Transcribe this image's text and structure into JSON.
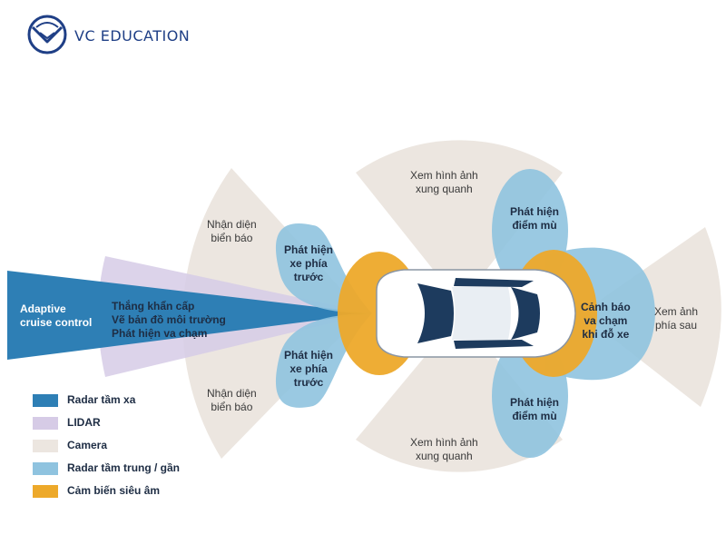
{
  "brand": {
    "name": "VC EDUCATION",
    "logo_icon": "vc-education-logo"
  },
  "colors": {
    "long_radar": "#2e7fb5",
    "lidar": "#d6cbe6",
    "camera": "#ece6e0",
    "mid_radar": "#8fc3df",
    "ultrasonic": "#eda92a",
    "car_body": "#ffffff",
    "car_glass": "#1d3b5e"
  },
  "zones": {
    "adaptive_cruise": "Adaptive\ncruise control",
    "emergency": "Thắng khẩn cấp\nVẽ bản đồ môi trường\nPhát hiện va chạm",
    "sign_top": "Nhận diện\nbiển báo",
    "sign_bottom": "Nhận diện\nbiển báo",
    "front_top": "Phát hiện\nxe phía\ntrước",
    "front_bottom": "Phát hiện\nxe phía\ntrước",
    "surround_top": "Xem hình ảnh\nxung quanh",
    "surround_bottom": "Xem hình ảnh\nxung quanh",
    "blind_top": "Phát hiện\nđiểm mù",
    "blind_bottom": "Phát hiện\nđiểm mù",
    "parking": "Cảnh báo\nva chạm\nkhi đỗ xe",
    "rear": "Xem ảnh\nphía sau"
  },
  "legend": [
    {
      "label": "Radar tầm xa",
      "color": "#2e7fb5"
    },
    {
      "label": "LIDAR",
      "color": "#d6cbe6"
    },
    {
      "label": "Camera",
      "color": "#ece6e0"
    },
    {
      "label": "Radar tầm trung / gần",
      "color": "#8fc3df"
    },
    {
      "label": "Cảm biến siêu âm",
      "color": "#eda92a"
    }
  ]
}
